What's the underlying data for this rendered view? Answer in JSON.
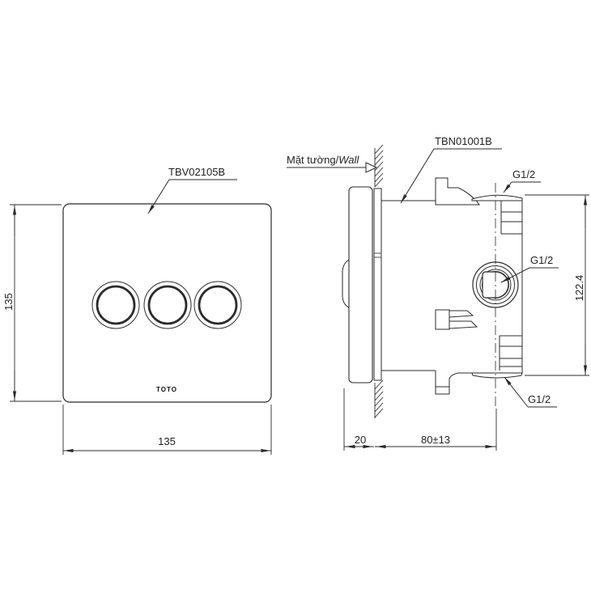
{
  "colors": {
    "line": "#2b2b2b",
    "background": "#ffffff",
    "text": "#222222"
  },
  "front_view": {
    "part_label": "TBV02105B",
    "logo": "TOTO",
    "height_dim": "135",
    "width_dim": "135"
  },
  "side_view": {
    "part_label": "TBN01001B",
    "wall_label_vn": "Mặt tường/",
    "wall_label_en": "Wall",
    "port_top": "G1/2",
    "port_middle": "G1/2",
    "port_bottom": "G1/2",
    "height_dim": "122.4",
    "plate_to_wall_dim": "20",
    "wall_to_port_dim": "80±13"
  }
}
